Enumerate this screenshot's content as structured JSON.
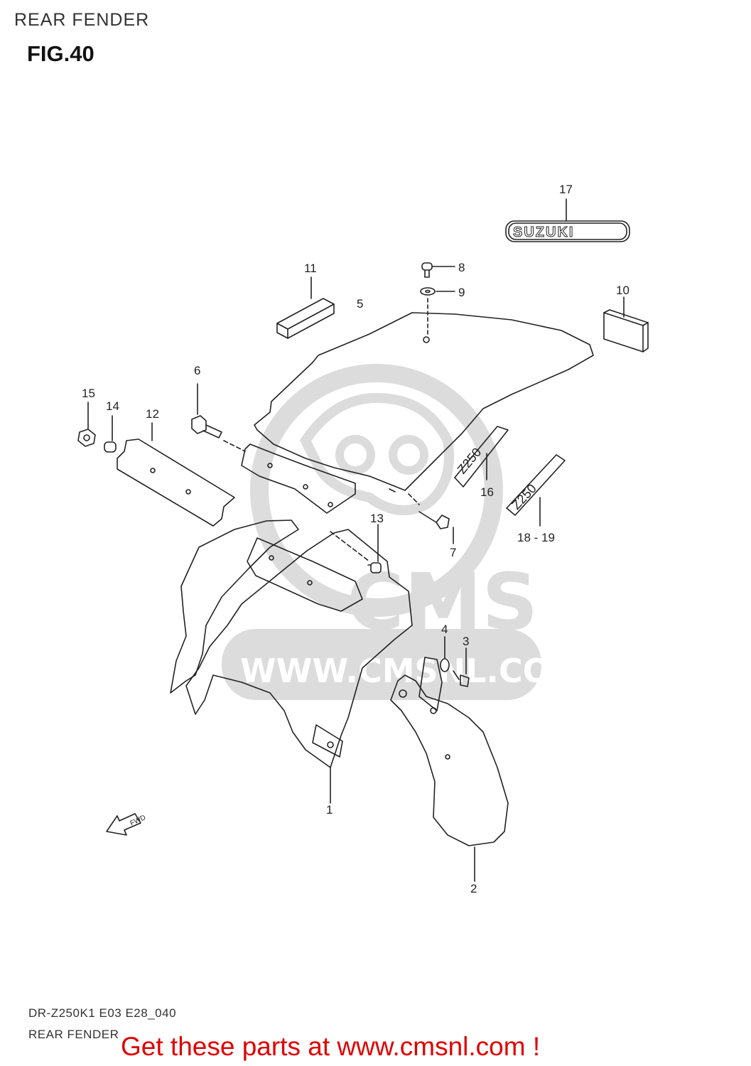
{
  "header": {
    "title": "REAR FENDER",
    "figure": "FIG.40"
  },
  "watermark": {
    "brand": "CMS",
    "url": "WWW.CMSNL.COM",
    "color": "#d6d6d6"
  },
  "callouts": {
    "c1": "1",
    "c2": "2",
    "c3": "3",
    "c4": "4",
    "c5": "5",
    "c6": "6",
    "c7": "7",
    "c8": "8",
    "c9": "9",
    "c10": "10",
    "c11": "11",
    "c12": "12",
    "c13": "13",
    "c14": "14",
    "c15": "15",
    "c16": "16",
    "c17": "17",
    "c18_19": "18 - 19"
  },
  "decals": {
    "suzuki": "SUZUKI",
    "z250": "Z250",
    "fwd": "FWD"
  },
  "footer": {
    "code": "DR-Z250K1 E03 E28_040",
    "name": "REAR FENDER",
    "link": "Get these parts at www.cmsnl.com !",
    "link_color": "#e00000"
  }
}
